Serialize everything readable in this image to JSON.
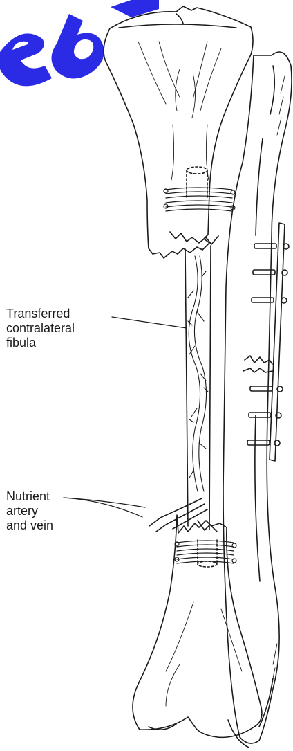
{
  "labels": {
    "transferred_fibula": [
      "Transferred",
      "contralateral",
      "fibula"
    ],
    "nutrient_vessels": [
      "Nutrient",
      "artery",
      "and vein"
    ]
  },
  "colors": {
    "line": "#1a1a1a",
    "background": "#ffffff",
    "watermark": "#2020e0"
  }
}
